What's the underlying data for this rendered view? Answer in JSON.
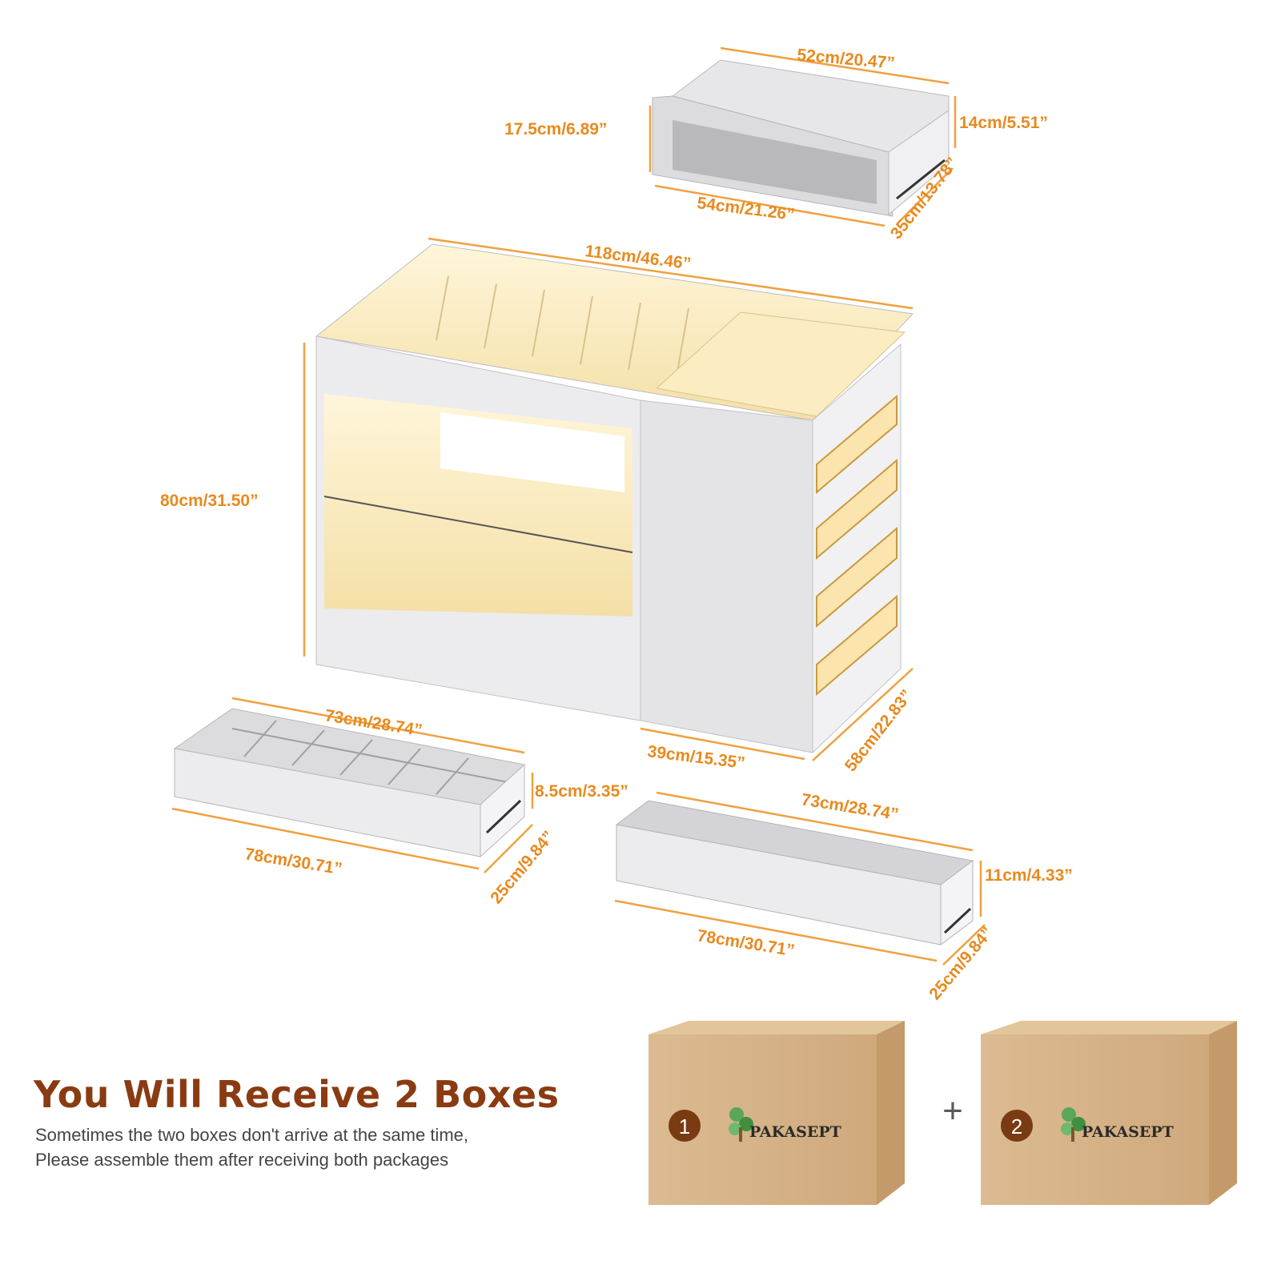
{
  "top_drawer": {
    "width_back": "52cm/20.47”",
    "height_left": "17.5cm/6.89”",
    "height_right": "14cm/5.51”",
    "width_front": "54cm/21.26”",
    "depth": "35cm/13.78”"
  },
  "cabinet": {
    "width": "118cm/46.46”",
    "height": "80cm/31.50”",
    "side_width": "39cm/15.35”",
    "depth": "58cm/22.83”"
  },
  "divider_drawer": {
    "width_back": "73cm/28.74”",
    "height": "8.5cm/3.35”",
    "width_front": "78cm/30.71”",
    "depth": "25cm/9.84”"
  },
  "deep_drawer": {
    "width_back": "73cm/28.74”",
    "height": "11cm/4.33”",
    "width_front": "78cm/30.71”",
    "depth": "25cm/9.84”"
  },
  "shipping": {
    "heading": "You Will Receive 2 Boxes",
    "line1": "Sometimes the two boxes don't arrive at the same time,",
    "line2": "Please assemble them after receiving both packages",
    "box1_number": "1",
    "box2_number": "2",
    "plus": "+",
    "brand": "PAKASEPT"
  },
  "colors": {
    "accent_dimension": "#e88a1e",
    "heading": "#8a3b12",
    "box_cardboard": "#d6b48a",
    "led_glow": "#fbe9b8"
  }
}
